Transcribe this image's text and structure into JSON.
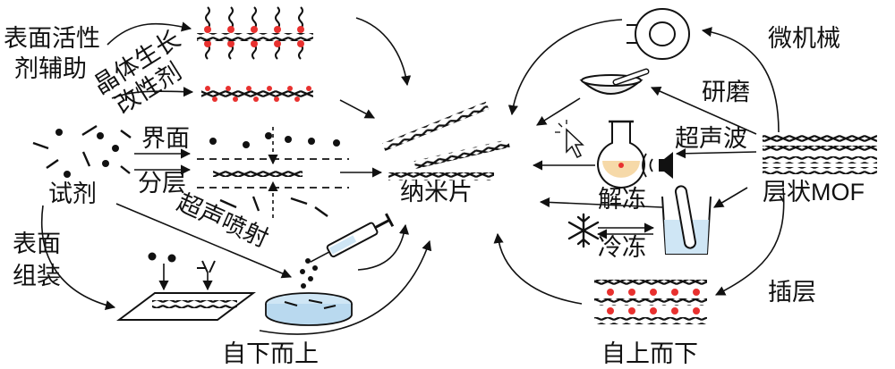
{
  "labels": {
    "surfactant_line1": "表面活性",
    "surfactant_line2": "剂辅助",
    "crystal_growth_line1": "晶体生长",
    "crystal_growth_line2": "改性剂",
    "interface_line1": "界面",
    "interface_line2": "分层",
    "reagent": "试剂",
    "ultrasonic_spray": "超声喷射",
    "surface_assembly_line1": "表面",
    "surface_assembly_line2": "组装",
    "bottom_up": "自下而上",
    "nanosheet": "纳米片",
    "micromechanical": "微机械",
    "grinding": "研磨",
    "ultrasonic": "超声波",
    "layered_mof": "层状MOF",
    "thaw": "解冻",
    "freeze": "冷冻",
    "intercalation": "插层",
    "top_down": "自上而下"
  },
  "colors": {
    "line": "#111111",
    "particle": "#e8312f",
    "solution": "#cfe6f5",
    "dish": "#b9d9ef"
  }
}
